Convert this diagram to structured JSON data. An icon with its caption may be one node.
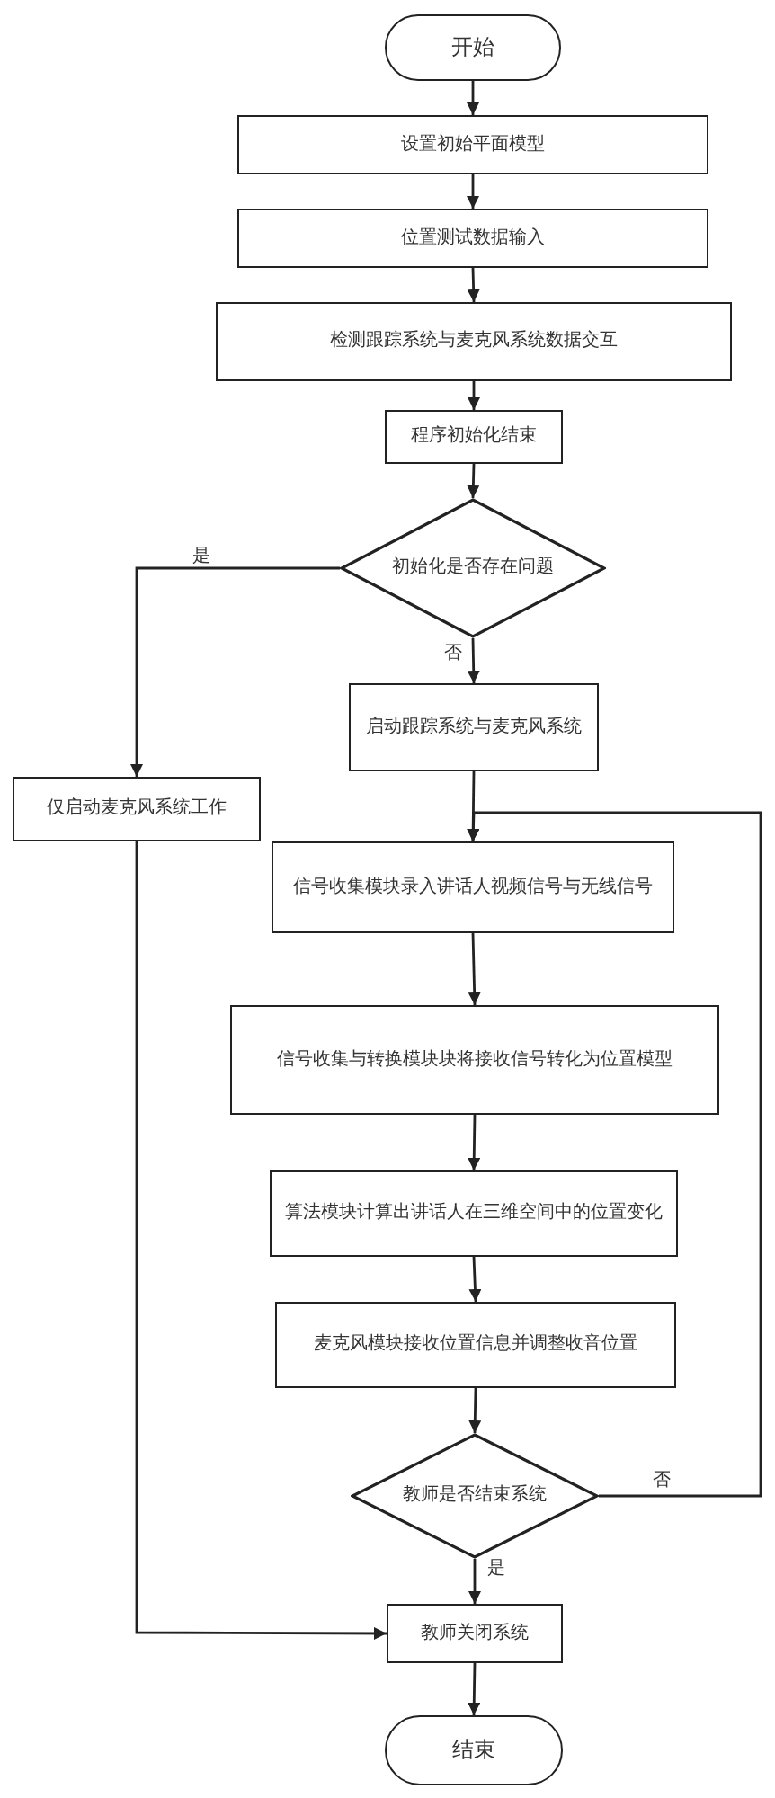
{
  "diagram": {
    "nodes": [
      {
        "text": [
          "开始"
        ]
      },
      {
        "text": [
          "设置初始平面模型"
        ]
      },
      {
        "text": [
          "位置测试数据输入"
        ]
      },
      {
        "text": [
          "检测跟踪系统与麦克风系统数据交互"
        ]
      },
      {
        "text": [
          "程序初始化结束"
        ]
      },
      {
        "text": [
          "初始化是否存在问题"
        ]
      },
      {
        "text": [
          "启动跟踪系统与麦克风系统"
        ]
      },
      {
        "text": [
          "仅启动麦克风系统工作"
        ]
      },
      {
        "text": [
          "信号收集模块录入讲话人视频信号与无线信号"
        ]
      },
      {
        "text": [
          "信号收集与转换模块块将接收信号转化为位置模型"
        ]
      },
      {
        "text": [
          "算法模块计算出讲话人在三维空间中的位置变化"
        ]
      },
      {
        "text": [
          "麦克风模块接收位置信息并调整收音位置"
        ]
      },
      {
        "text": [
          "教师是否结束系统"
        ]
      },
      {
        "text": [
          "教师关闭系统"
        ]
      },
      {
        "text": [
          "结束"
        ]
      }
    ],
    "edges": [
      {
        "from": 0,
        "to": 1,
        "arrow": "to"
      },
      {
        "from": 1,
        "to": 2,
        "arrow": "to"
      },
      {
        "from": 2,
        "to": 3,
        "arrow": "to"
      },
      {
        "from": 3,
        "to": 4,
        "arrow": "to"
      },
      {
        "from": 4,
        "to": 5,
        "arrow": "to"
      },
      {
        "from": 5,
        "to": 7,
        "arrow": "to",
        "label": "是"
      },
      {
        "from": 5,
        "to": 6,
        "arrow": "to",
        "label": "否"
      },
      {
        "from": 6,
        "to": 8,
        "arrow": "to"
      },
      {
        "from": 7,
        "to": 13,
        "arrow": "to"
      },
      {
        "from": 8,
        "to": 9,
        "arrow": "to"
      },
      {
        "from": 9,
        "to": 10,
        "arrow": "to"
      },
      {
        "from": 10,
        "to": 11,
        "arrow": "to"
      },
      {
        "from": 11,
        "to": 12,
        "arrow": "to"
      },
      {
        "from": 12,
        "to": 8,
        "arrow": "to",
        "label": "否"
      },
      {
        "from": 12,
        "to": 13,
        "arrow": "to",
        "label": "是"
      },
      {
        "from": 13,
        "to": 14,
        "arrow": "to"
      }
    ]
  }
}
